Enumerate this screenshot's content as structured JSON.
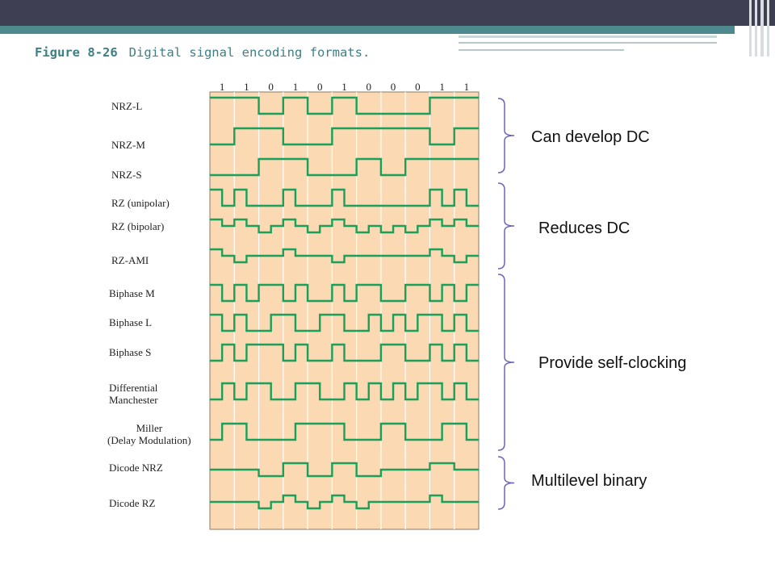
{
  "header": {
    "figure_number": "Figure 8-26",
    "figure_caption": "Digital signal encoding formats."
  },
  "colors": {
    "header_bar": "#3e3f52",
    "accent_teal": "#4e8a8d",
    "panel_fill": "#fad9b3",
    "waveform": "#1aa05a",
    "brace": "#6b66b8"
  },
  "bits": [
    "1",
    "1",
    "0",
    "1",
    "0",
    "1",
    "0",
    "0",
    "0",
    "1",
    "1"
  ],
  "rows": [
    {
      "label": "NRZ-L",
      "wave": "1,1,0,1,0,1,0,0,0,1,1"
    },
    {
      "label": "NRZ-M",
      "wave": "0,1,1,0,0,1,1,1,1,0,1"
    },
    {
      "label": "NRZ-S",
      "wave": "0,0,1,1,0,0,1,0,1,1,1"
    },
    {
      "label": "RZ (unipolar)",
      "wave": "10,10,00,10,00,10,00,00,00,10,10"
    },
    {
      "label": "RZ (bipolar)",
      "wave": "P0,P0,N0,P0,N0,P0,N0,N0,N0,P0,P0"
    },
    {
      "label": "RZ-AMI",
      "wave": "P0,N0,00,P0,00,N0,00,00,00,P0,N0"
    },
    {
      "label": "Biphase M",
      "wave": "10,10,11,01,00,10,11,00,11,01,01"
    },
    {
      "label": "Biphase L",
      "wave": "10,10,01,10,01,10,01,01,01,10,10"
    },
    {
      "label": "Biphase S",
      "wave": "01,01,11,01,00,10,00,11,00,10,10"
    },
    {
      "label": "Differential\nManchester",
      "wave": "01,01,10,01,10,01,01,01,01,10,10"
    },
    {
      "label": "Miller\n(Delay Modulation)",
      "wave": "01,10,00,01,11,10,00,11,00,01,10"
    },
    {
      "label": "Dicode NRZ",
      "wave": "0,0,N,P,N,P,N,0,0,P,0"
    },
    {
      "label": "Dicode RZ",
      "wave": "00,00,N0,P0,N0,P0,N0,00,00,P0,00"
    }
  ],
  "groups": [
    {
      "text": "Can develop DC"
    },
    {
      "text": "Reduces DC"
    },
    {
      "text": "Provide self-clocking"
    },
    {
      "text": "Multilevel binary"
    }
  ]
}
